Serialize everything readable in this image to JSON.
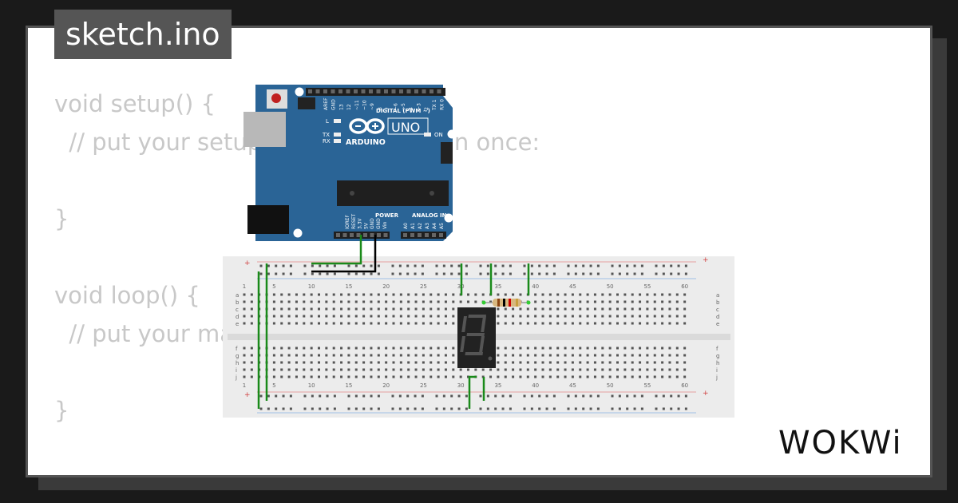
{
  "title": "sketch.ino",
  "code_lines": [
    "void setup() {",
    "  // put your setup code here, to run once:",
    "",
    "}",
    "",
    "void loop() {",
    "  // put your main code here, to run repeatedly:",
    "",
    "}"
  ],
  "brand": "WOKWi",
  "arduino": {
    "model": "UNO",
    "brand": "ARDUINO",
    "digital_header": "DIGITAL (PWM ~)",
    "digital_pins": [
      "AREF",
      "GND",
      "13",
      "12",
      "~11",
      "~10",
      "~9",
      "8",
      "7",
      "~6",
      "~5",
      "4",
      "~3",
      "2",
      "TX 1",
      "RX 0"
    ],
    "power_header": "POWER",
    "analog_header": "ANALOG IN",
    "power_pins": [
      "IOREF",
      "RESET",
      "3.3V",
      "5V",
      "GND",
      "GND",
      "Vin"
    ],
    "analog_pins": [
      "A0",
      "A1",
      "A2",
      "A3",
      "A4",
      "A5"
    ],
    "labels": {
      "l": "L",
      "tx": "TX",
      "rx": "RX",
      "on": "ON"
    }
  },
  "breadboard": {
    "column_numbers": [
      "1",
      "5",
      "10",
      "15",
      "20",
      "25",
      "30",
      "35",
      "40",
      "45",
      "50",
      "55",
      "60"
    ],
    "rows_top": [
      "a",
      "b",
      "c",
      "d",
      "e"
    ],
    "rows_bottom": [
      "f",
      "g",
      "h",
      "i",
      "j"
    ],
    "rail_plus": "+",
    "rail_minus": "-"
  },
  "display": {
    "digit": "8"
  },
  "colors": {
    "background": "#1a1a1a",
    "card": "#ffffff",
    "code_text": "#c8c8c8",
    "title_bg": "#555555",
    "arduino_blue": "#2a6496",
    "wire_green": "#1a8a1a",
    "wire_black": "#000000"
  }
}
